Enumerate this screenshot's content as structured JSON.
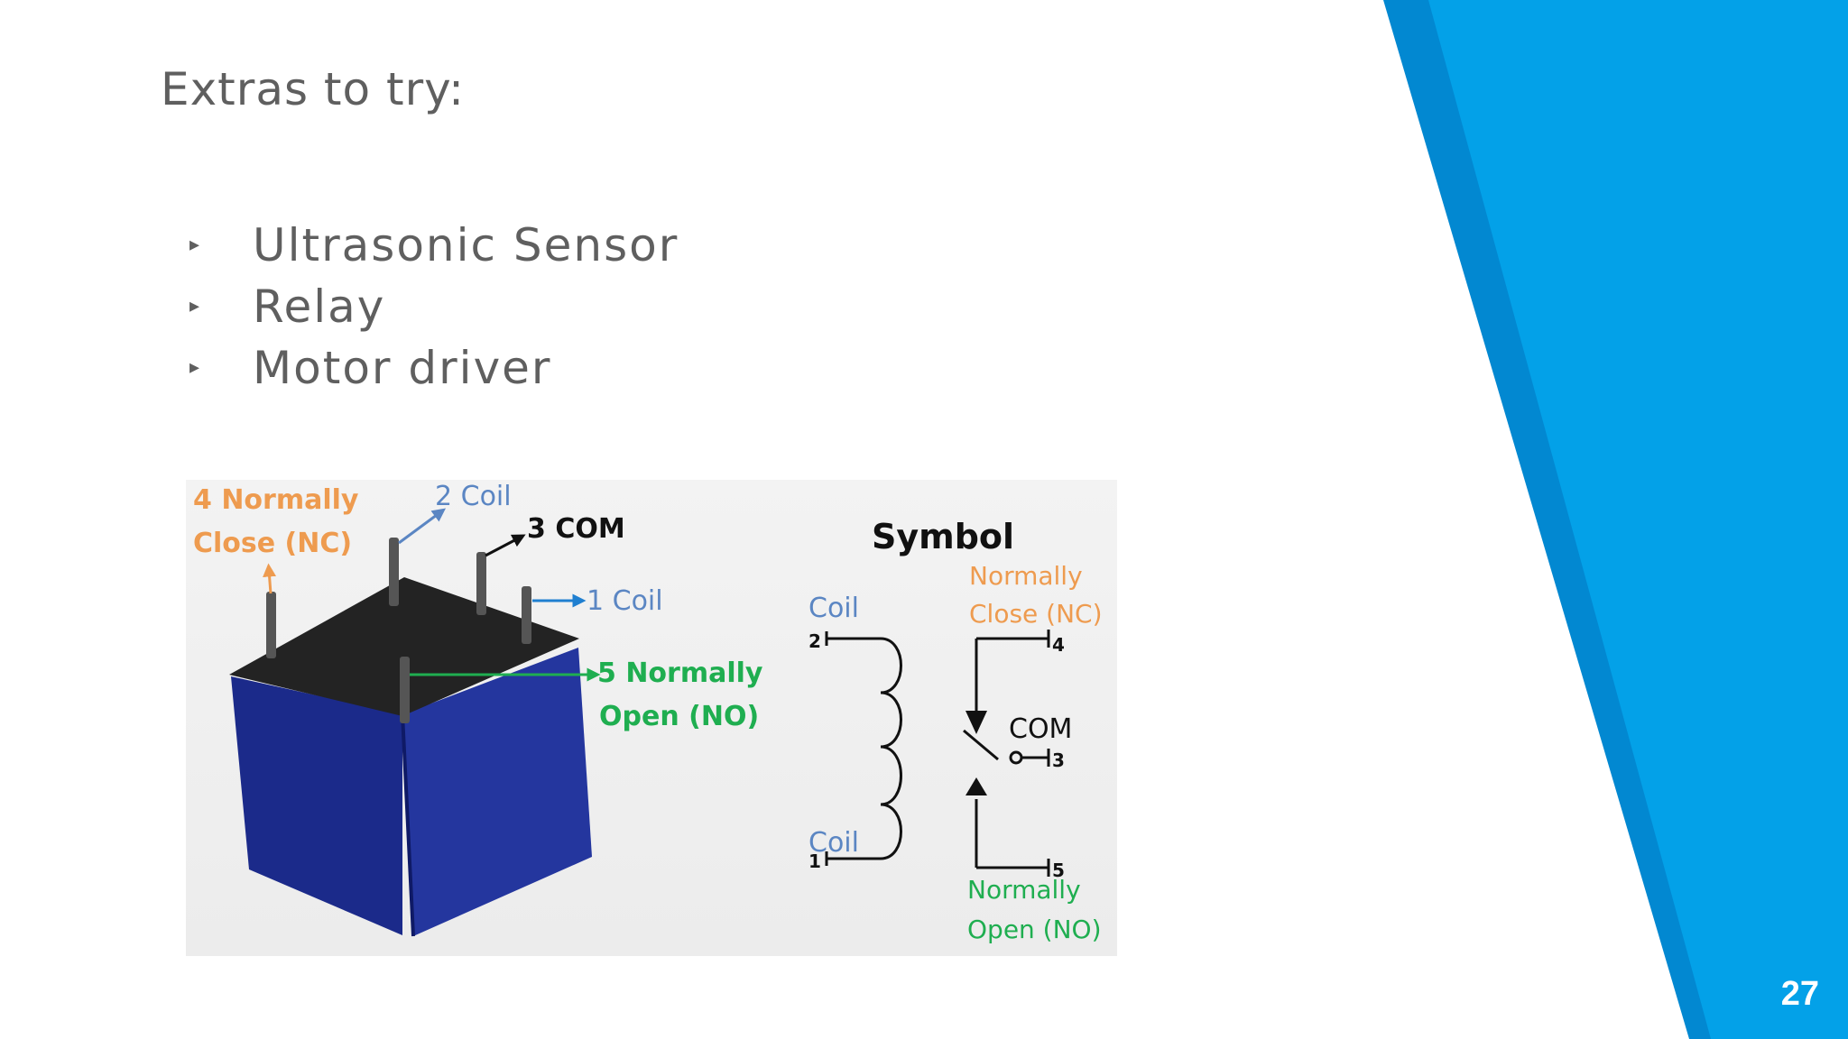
{
  "slide": {
    "title": "Extras to try:",
    "bullets": [
      {
        "marker": "▸",
        "text": "Ultrasonic Sensor"
      },
      {
        "marker": "▸",
        "text": "Relay"
      },
      {
        "marker": "▸",
        "text": "Motor driver"
      }
    ],
    "page_number": "27",
    "colors": {
      "accent": "#03a1e8",
      "accent_dark": "#0288d1",
      "text": "#5f5f5f"
    }
  },
  "figure": {
    "pins": {
      "pin4": [
        "4 Normally",
        "Close (NC)"
      ],
      "pin2": "2 Coil",
      "pin3": "3 COM",
      "pin1": "1 Coil",
      "pin5": [
        "5 Normally",
        "Open (NO)"
      ]
    },
    "symbol": {
      "title": "Symbol",
      "coil_top": "Coil",
      "coil_bottom": "Coil",
      "nc": [
        "Normally",
        "Close (NC)"
      ],
      "com": "COM",
      "no": [
        "Normally",
        "Open (NO)"
      ],
      "n1": "1",
      "n2": "2",
      "n3": "3",
      "n4": "4",
      "n5": "5"
    },
    "colors": {
      "orange": "#ee9b4f",
      "blue": "#5b86c3",
      "green": "#1fae50",
      "body": "#1f2d93",
      "top": "#222222"
    }
  }
}
